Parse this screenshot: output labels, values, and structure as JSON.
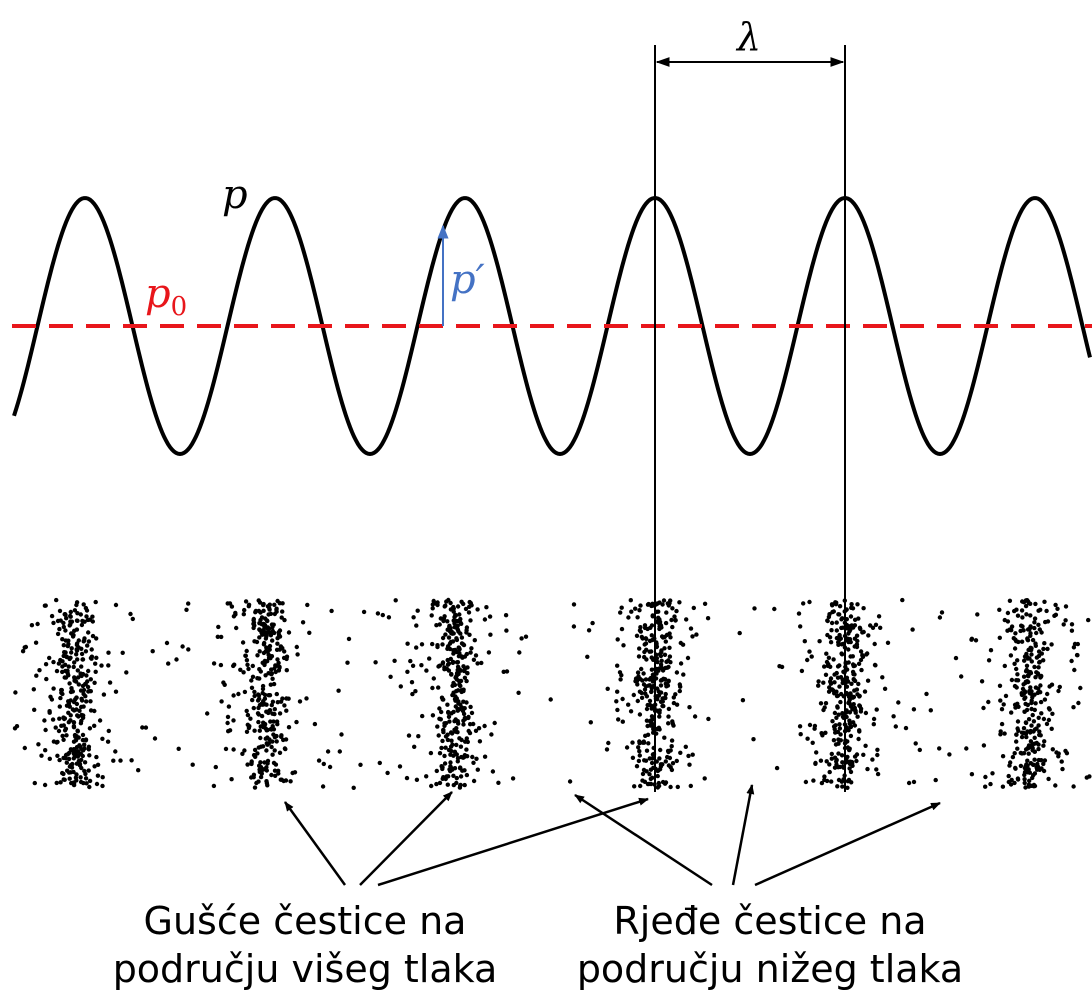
{
  "labels": {
    "wavelength": "λ",
    "pressure": "p",
    "ambient_pressure": "p",
    "ambient_pressure_subscript": "0",
    "pressure_perturbation": "p′"
  },
  "captions": {
    "dense": [
      "Gušće čestice na",
      "području višeg tlaka"
    ],
    "sparse": [
      "Rjeđe čestice na",
      "području nižeg tlaka"
    ]
  },
  "colors": {
    "wave": "#000000",
    "ambient_line": "#e8161b",
    "perturbation": "#4472c4",
    "particles": "#000000"
  }
}
